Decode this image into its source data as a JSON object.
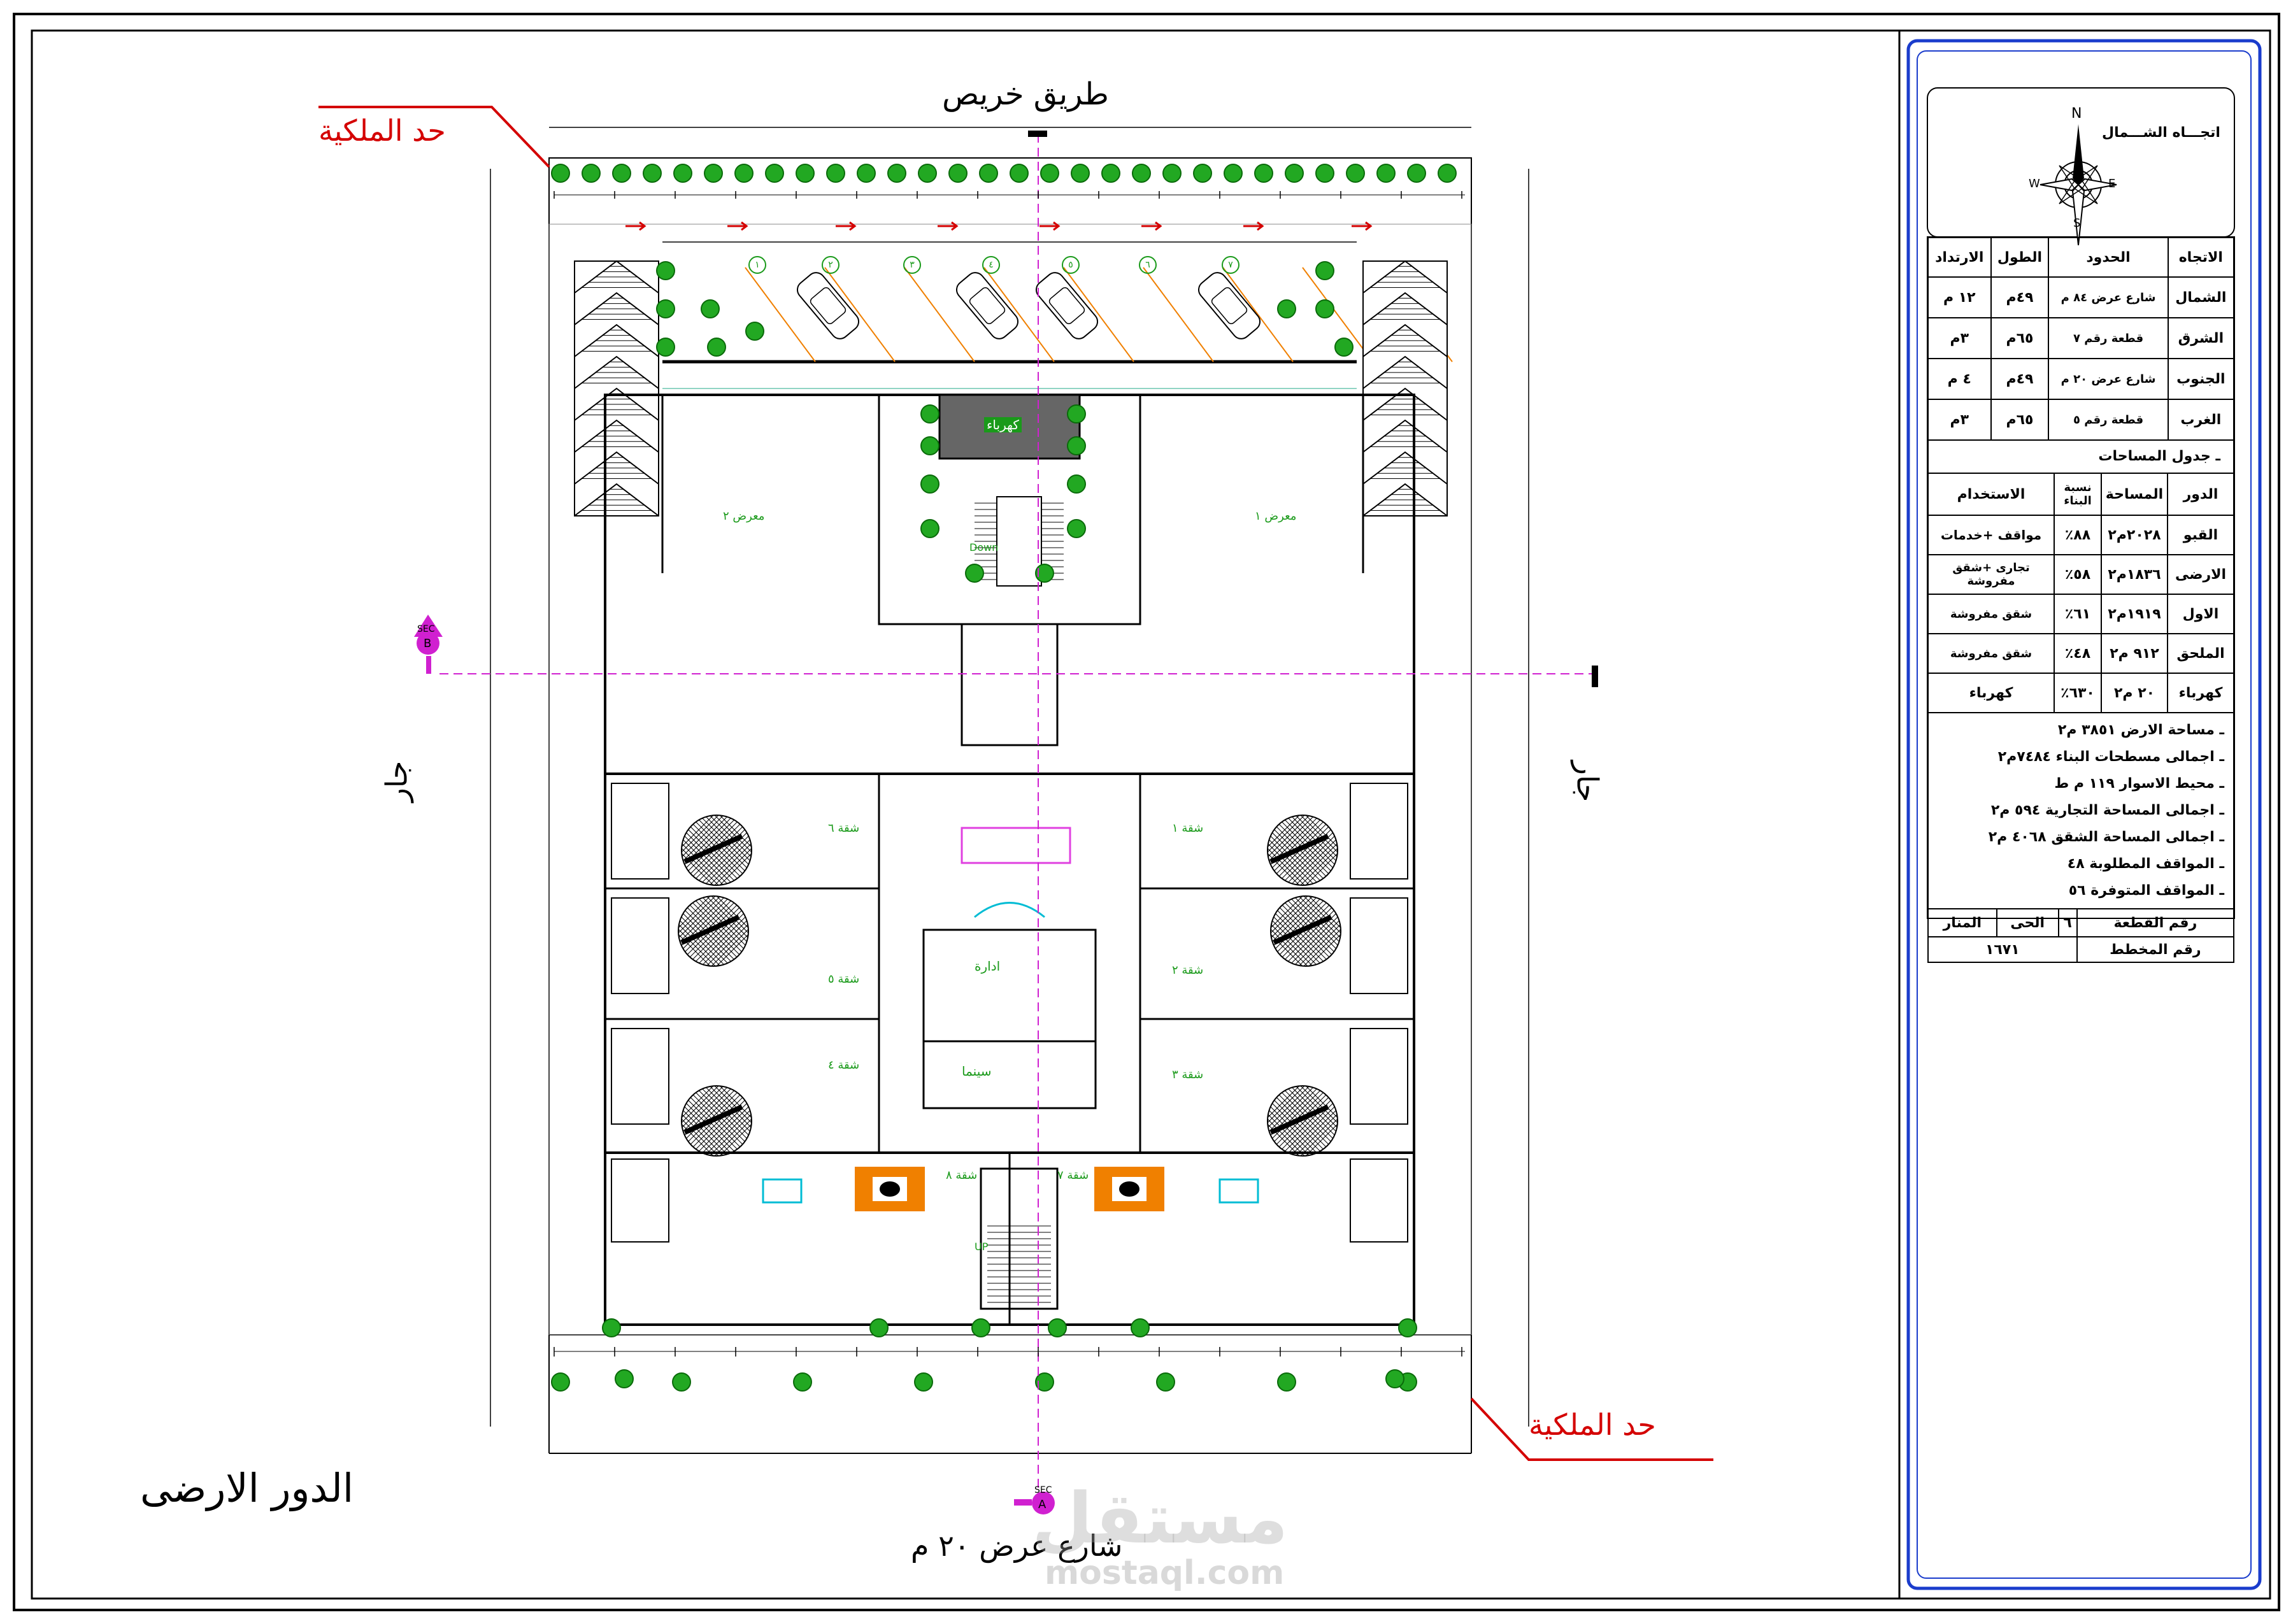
{
  "labels": {
    "top_road": "طريق خريص",
    "boundary_left": "حد الملكية",
    "boundary_right": "حد الملكية",
    "floor_title": "الدور الارضى",
    "bottom_street": "شارع عرض ٢٠ م",
    "left_neighbor": "جار",
    "right_neighbor": "جار",
    "showroom_1": "معرض ١",
    "showroom_2": "معرض ٢",
    "electric_room": "كهرباء",
    "admin": "ادارة",
    "cinema": "سينما",
    "down": "Down",
    "up": "UP",
    "sec_a_tag": "SEC",
    "sec_a_letter": "A",
    "sec_b_tag": "SEC",
    "sec_b_letter": "B",
    "watermark": "مستقل",
    "watermark_url": "mostaql.com"
  },
  "apartments": [
    "شقة ١",
    "شقة ٢",
    "شقة ٣",
    "شقة ٤",
    "شقة ٥",
    "شقة ٦",
    "شقة ٧",
    "شقة ٨"
  ],
  "parking_numbers": [
    "١",
    "٢",
    "٣",
    "٤",
    "٥",
    "٦",
    "٧"
  ],
  "title_block": {
    "north_label": "اتجـــاه الشـــمال",
    "compass": {
      "n": "N",
      "e": "E",
      "w": "W",
      "s": "S"
    },
    "boundary_headers": [
      "الاتجاه",
      "الحدود",
      "الطول",
      "الارتداد"
    ],
    "boundary_rows": [
      [
        "الشمال",
        "شارع عرض ٨٤ م",
        "٤٩م",
        "١٢ م"
      ],
      [
        "الشرق",
        "قطعة رقم ٧",
        "٦٥م",
        "٣م"
      ],
      [
        "الجنوب",
        "شارع عرض ٢٠ م",
        "٤٩م",
        "٤ م"
      ],
      [
        "الغرب",
        "قطعة رقم ٥",
        "٦٥م",
        "٣م"
      ]
    ],
    "areas_title": "ـ جدول المساحات",
    "area_headers": [
      "الدور",
      "المساحة",
      "نسبة البناء",
      "الاستخدام"
    ],
    "area_rows": [
      [
        "القبو",
        "٢٠٢٨م٢",
        "٨٨٪",
        "مواقف +خدمات"
      ],
      [
        "الارضى",
        "١٨٣٦م٢",
        "٥٨٪",
        "تجارى +شقق مفروشة"
      ],
      [
        "الاول",
        "١٩١٩م٢",
        "٦١٪",
        "شقق مفروشة"
      ],
      [
        "الملحق",
        "٩١٢ م٢",
        "٤٨٪",
        "شقق مفروشة"
      ],
      [
        "كهرباء",
        "٢٠ م٢",
        "٦٣٠٪",
        "كهرباء"
      ]
    ],
    "summary": [
      "ـ مساحة الارض   ٣٨٥١ م٢",
      "ـ اجمالى مسطحات البناء  ٧٤٨٤م٢",
      "ـ محيط الاسوار     ١١٩ م ط",
      "ـ اجمالى المساحة التجارية   ٥٩٤ م٢",
      "ـ اجمالى المساحة الشقق   ٤٠٦٨ م٢",
      "ـ المواقف المطلوبة     ٤٨",
      "ـ المواقف المتوفرة     ٥٦"
    ],
    "plot_row": [
      "رقم القطعة",
      "٦",
      "الحى",
      "المنار"
    ],
    "plan_row": [
      "رقم المخطط",
      "١٦٧١"
    ]
  },
  "colors": {
    "boundary_red": "#d40000",
    "tree_green": "#22a822",
    "label_green": "#1a9a1a",
    "section_magenta": "#d020d0",
    "title_blue": "#1a3ccc",
    "orange": "#f08000",
    "cyan": "#00bcd4"
  }
}
